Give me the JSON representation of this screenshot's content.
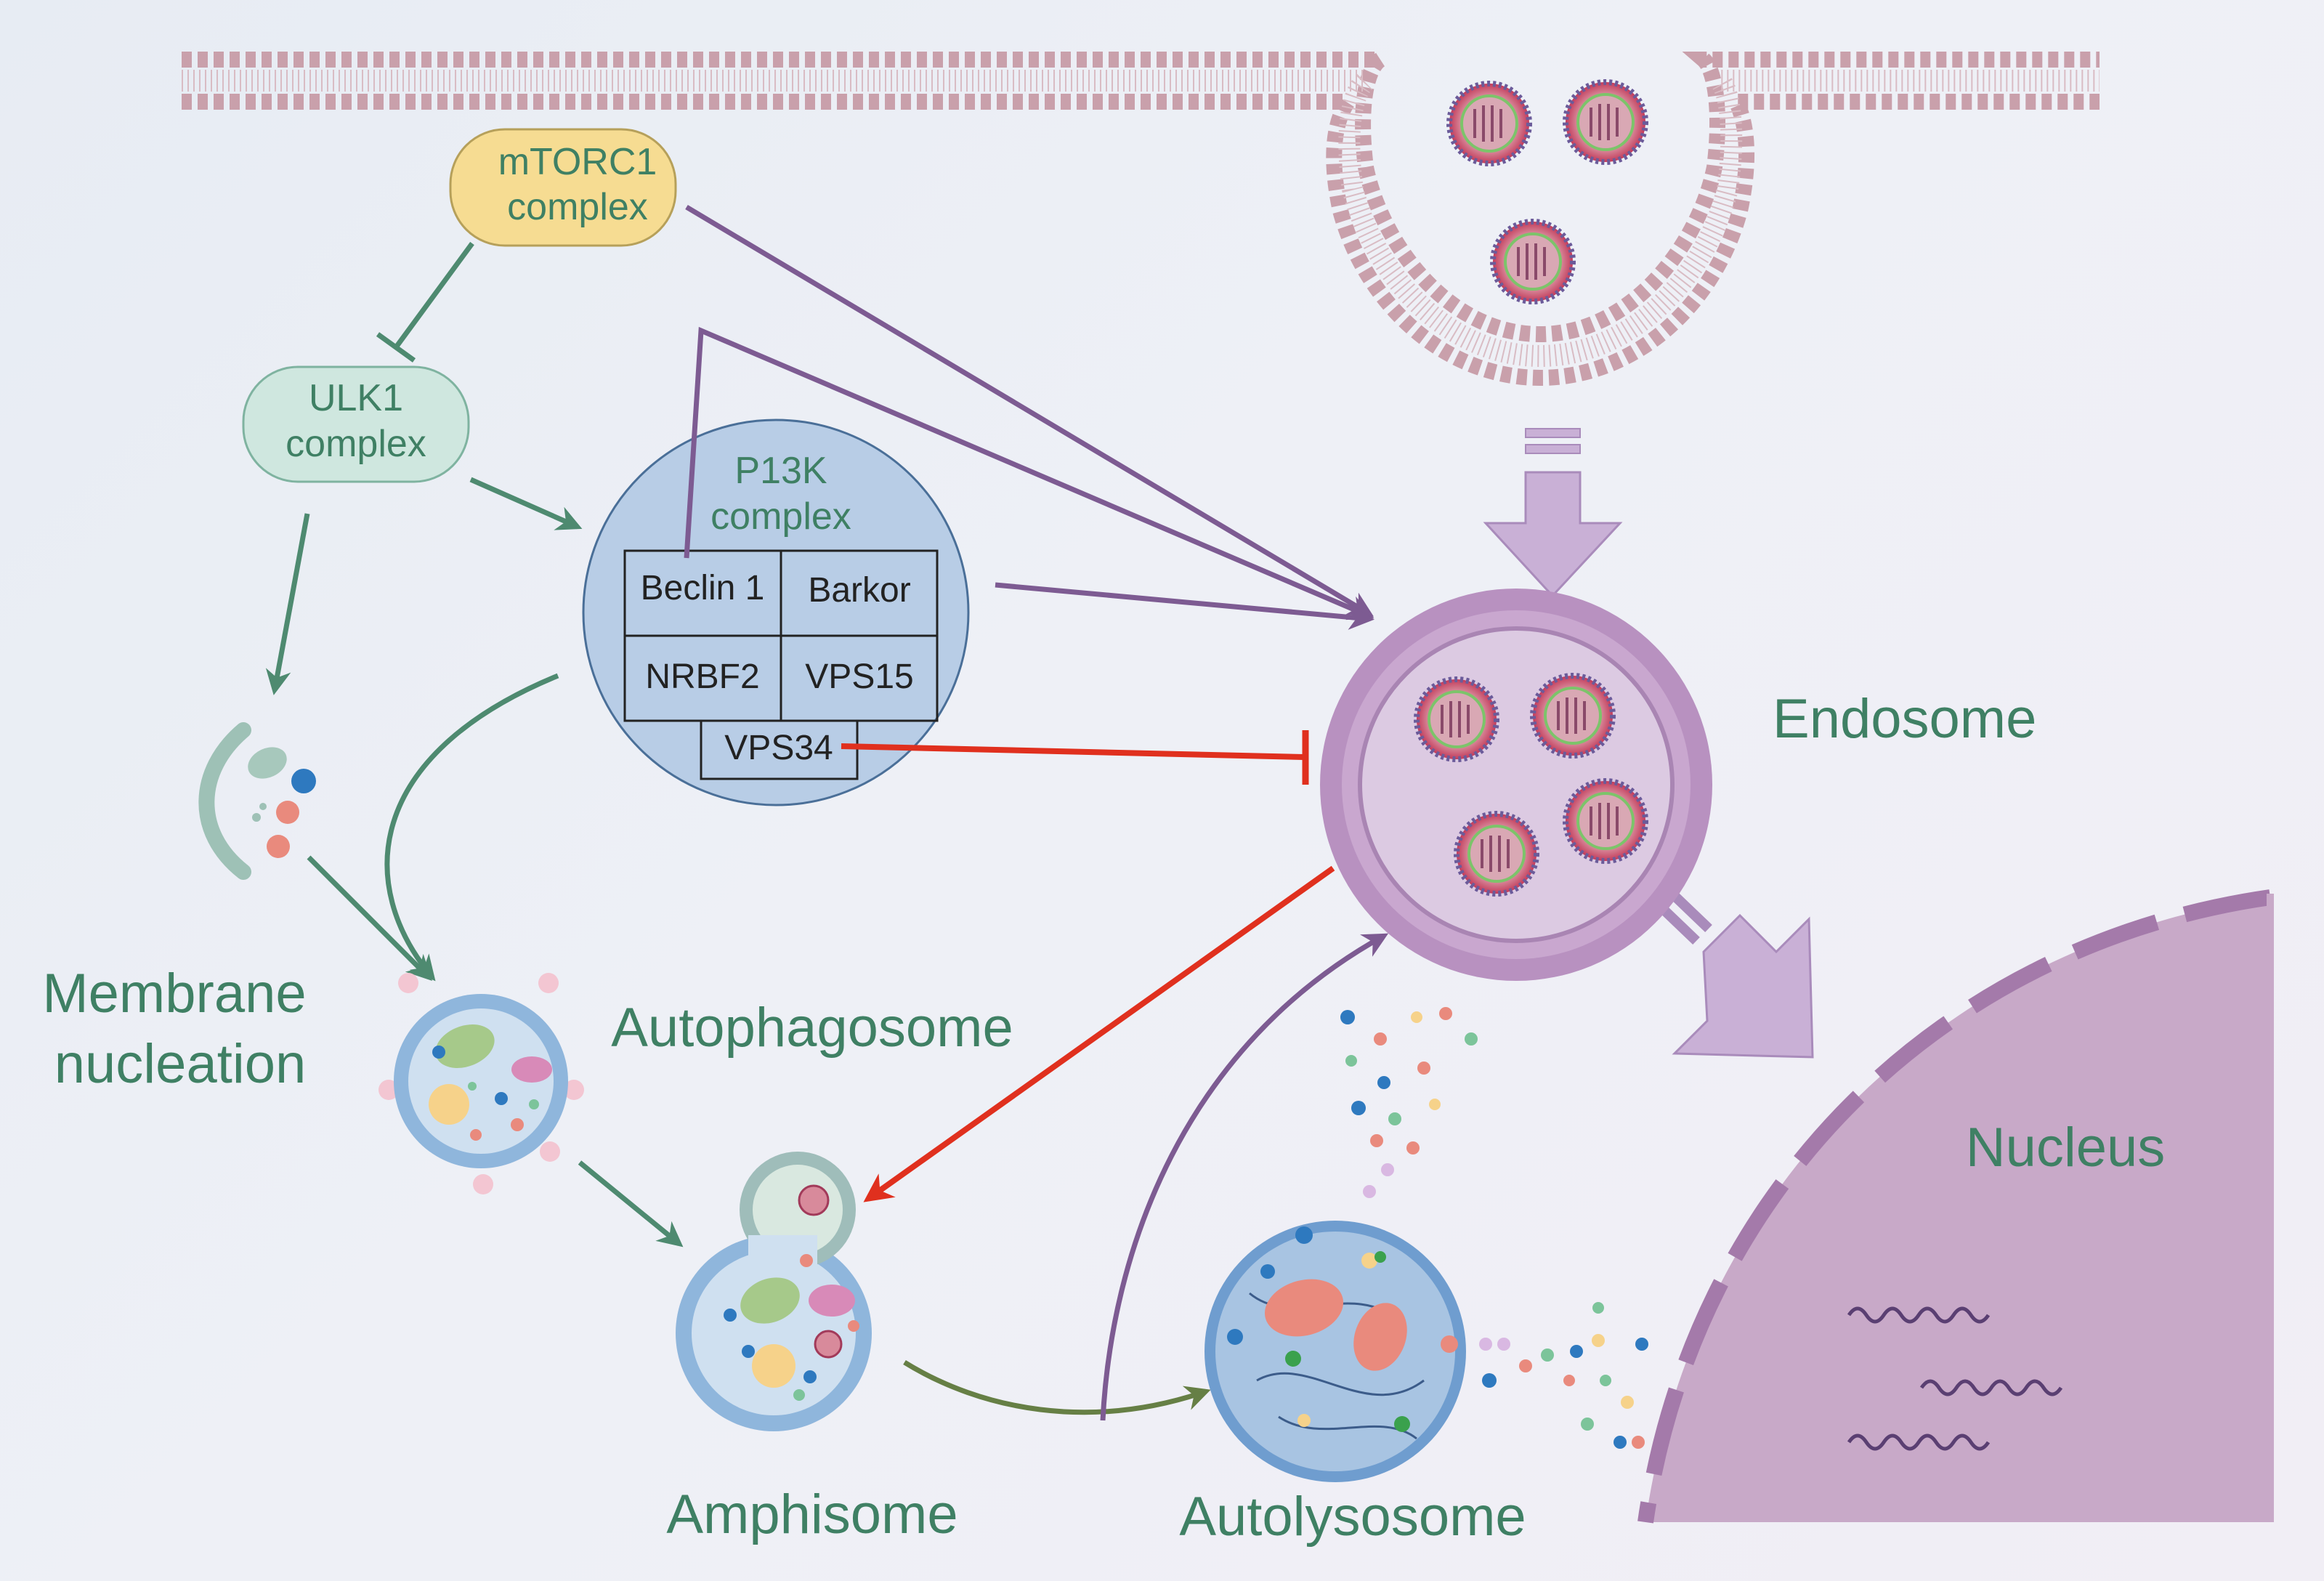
{
  "labels": {
    "mtorc1": [
      "mTORC1",
      "complex"
    ],
    "ulk1": [
      "ULK1",
      "complex"
    ],
    "pi3k": [
      "P13K",
      "complex"
    ],
    "beclin1": "Beclin 1",
    "barkor": "Barkor",
    "nrbf2": "NRBF2",
    "vps15": "VPS15",
    "vps34": "VPS34",
    "endosome": "Endosome",
    "membrane_nucleation": [
      "Membrane",
      "nucleation"
    ],
    "autophagosome": "Autophagosome",
    "amphisome": "Amphisome",
    "autolysosome": "Autolysosome",
    "nucleus": "Nucleus"
  },
  "colors": {
    "green_text": "#3f8064",
    "green_arrow": "#4e8a70",
    "purple_arrow": "#7d5b92",
    "red_inhibit": "#e0301e",
    "olive_arrow": "#667f45",
    "mtorc1_fill": "#f6dc92",
    "ulk1_fill": "#cfe7df",
    "pi3k_fill": "#b8cde6",
    "endosome_fill": "#c5a6cc",
    "nucleus_fill": "#c8a9c8"
  }
}
